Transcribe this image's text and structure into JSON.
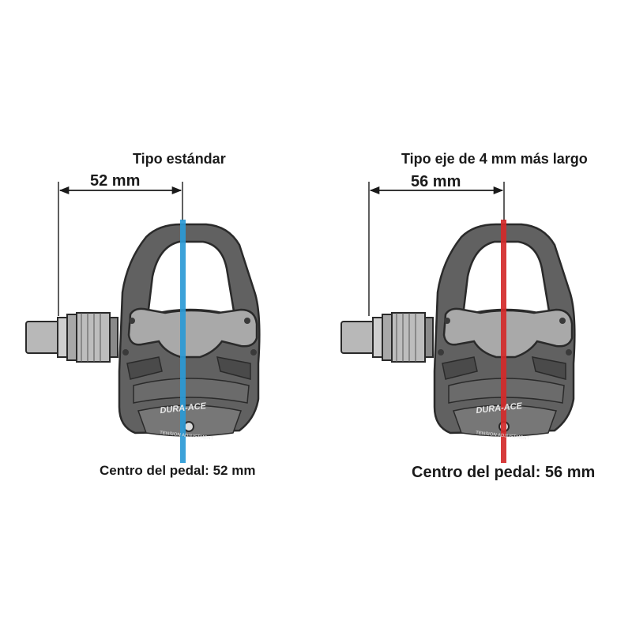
{
  "diagrams": [
    {
      "title": "Tipo estándar",
      "dimension": "52 mm",
      "caption": "Centro del pedal: 52 mm",
      "axis_length_mm": 52,
      "center_line_color": "#2b9ad6"
    },
    {
      "title": "Tipo eje de 4 mm más largo",
      "dimension": "56 mm",
      "caption": "Centro del pedal: 56 mm",
      "axis_length_mm": 56,
      "center_line_color": "#d42a2a"
    }
  ],
  "pedal": {
    "brand_text": "DURA-ACE",
    "tension_text": "TENSION ADJUSTMENT",
    "body_color": "#5e5e5e",
    "frame_color": "#9a9a9a",
    "axle_color": "#b5b5b5"
  }
}
